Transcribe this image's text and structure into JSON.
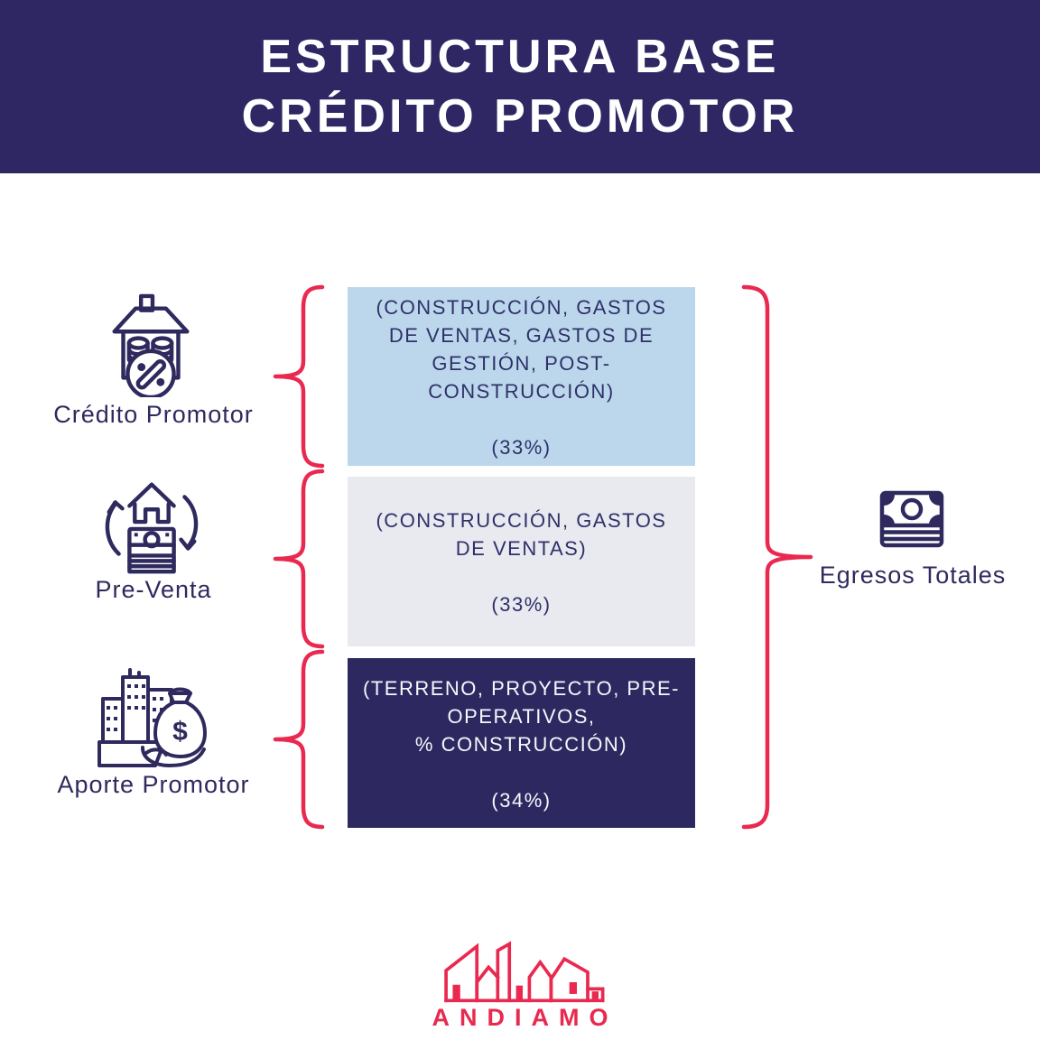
{
  "header": {
    "title_lines": [
      "ESTRUCTURA BASE",
      "CRÉDITO PROMOTOR"
    ]
  },
  "sources": [
    {
      "label": "Crédito Promotor",
      "icon": "house-coins-percent-icon"
    },
    {
      "label": "Pre-Venta",
      "icon": "house-money-cycle-icon"
    },
    {
      "label": "Aporte Promotor",
      "icon": "buildings-money-bag-icon"
    }
  ],
  "blocks": [
    {
      "description": "(CONSTRUCCIÓN, GASTOS DE VENTAS, GASTOS DE GESTIÓN, POST-CONSTRUCCIÓN)",
      "percent": "(33%)",
      "bg": "#BCD7EC",
      "text_color": "#2E3168"
    },
    {
      "description": "(CONSTRUCCIÓN, GASTOS DE VENTAS)",
      "percent": "(33%)",
      "bg": "#E9E9F0",
      "text_color": "#2E3168"
    },
    {
      "description": "(TERRENO, PROYECTO, PRE-OPERATIVOS,\n% CONSTRUCCIÓN)",
      "percent": "(34%)",
      "bg": "#2D2960",
      "text_color": "#FFFFFF"
    }
  ],
  "total": {
    "label": "Egresos Totales",
    "icon": "cash-stack-icon"
  },
  "footer": {
    "brand": "ANDIAMO",
    "logo_icon": "city-skyline-icon"
  },
  "colors": {
    "header_bg": "#2E2763",
    "accent_red": "#E9294F",
    "navy": "#2E2A5E",
    "light_blue": "#BCD7EC",
    "light_gray": "#E9E9F0",
    "dark_navy": "#2D2960"
  }
}
